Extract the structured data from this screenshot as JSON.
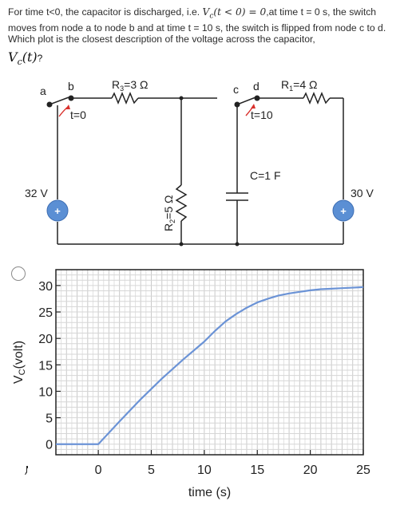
{
  "question": {
    "part1": "For time t<0, the capacitor is discharged, i.e. ",
    "cond_math": "V",
    "cond_sub": "c",
    "cond_rest": "(t < 0)  =  0",
    "part2": ",at time t = 0 s, the switch moves from node a to node b and at time t = 10 s, the switch is flipped from node c to d. Which plot is the closest description of the voltage across the capacitor,",
    "vc_label": "V",
    "vc_sub": "c",
    "vc_rest": "(t)",
    "vc_q": "?"
  },
  "circuit": {
    "node_a": "a",
    "node_b": "b",
    "node_c": "c",
    "node_d": "d",
    "switch1_time": "t=0",
    "switch2_time": "t=10",
    "r3_label": "R",
    "r3_sub": "3",
    "r3_value": "=3 Ω",
    "r1_label": "R",
    "r1_sub": "1",
    "r1_value": "=4 Ω",
    "r2_label": "R",
    "r2_sub": "2",
    "r2_value": "=5 Ω",
    "cap_label": "C=1 F",
    "src_left": "32 V",
    "src_right": "30 V",
    "plus": "+"
  },
  "answer_option": {
    "selected": false
  },
  "chart_data": {
    "type": "line",
    "xlabel": "time (s)",
    "ylabel": "V",
    "ylabel_sub": "C",
    "ylabel_rest": "(volt)",
    "xlim": [
      -4,
      25
    ],
    "ylim": [
      -2,
      33
    ],
    "xticks": [
      0,
      5,
      10,
      15,
      20,
      25
    ],
    "yticks": [
      0,
      5,
      10,
      15,
      20,
      25,
      30
    ],
    "grid": true,
    "line_color": "#6b93d6",
    "series": [
      {
        "x": [
          -4,
          0,
          2,
          4,
          6,
          8,
          10,
          11,
          12,
          13,
          14,
          15,
          16,
          17,
          18,
          19,
          20,
          21,
          22,
          23,
          24,
          25
        ],
        "y": [
          0,
          0,
          4.3,
          8.5,
          12.4,
          16.0,
          19.4,
          21.4,
          23.2,
          24.6,
          25.8,
          26.8,
          27.5,
          28.1,
          28.5,
          28.8,
          29.1,
          29.3,
          29.4,
          29.5,
          29.6,
          29.7
        ]
      }
    ]
  }
}
